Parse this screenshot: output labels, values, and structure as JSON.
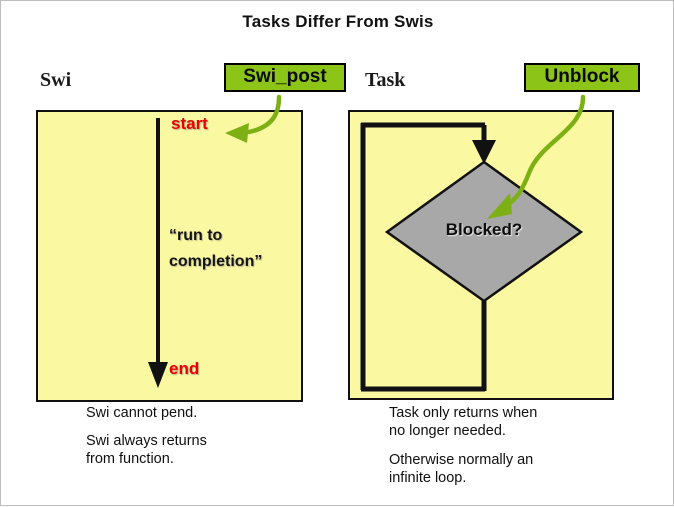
{
  "slide": {
    "title": "Tasks Differ From Swis",
    "background_color": "#ffffff"
  },
  "colors": {
    "panel_fill": "#fbf8a2",
    "panel_border": "#111111",
    "badge_fill": "#8cc417",
    "badge_border": "#000000",
    "arrow_green": "#7db014",
    "flow_black": "#111111",
    "decision_fill": "#a8a8a8",
    "accent_red": "#ee0000"
  },
  "left_column": {
    "heading": "Swi",
    "badge": {
      "label": "Swi_post",
      "icon": "curved-green-arrow-icon"
    },
    "flow": {
      "start_label": "start",
      "middle_label": "“run to\ncompletion”",
      "end_label": "end",
      "arrow_icon": "down-arrow-icon"
    },
    "captions": [
      "Swi cannot pend.",
      "Swi always returns\nfrom function."
    ]
  },
  "right_column": {
    "heading": "Task",
    "badge": {
      "label": "Unblock",
      "icon": "curved-green-arrow-icon"
    },
    "flow": {
      "decision_label": "Blocked?",
      "loop_icon": "loop-back-arrow-icon",
      "arrow_icon": "down-arrow-icon"
    },
    "captions": [
      "Task only returns when\nno longer needed.",
      "Otherwise normally an\ninfinite loop."
    ]
  }
}
